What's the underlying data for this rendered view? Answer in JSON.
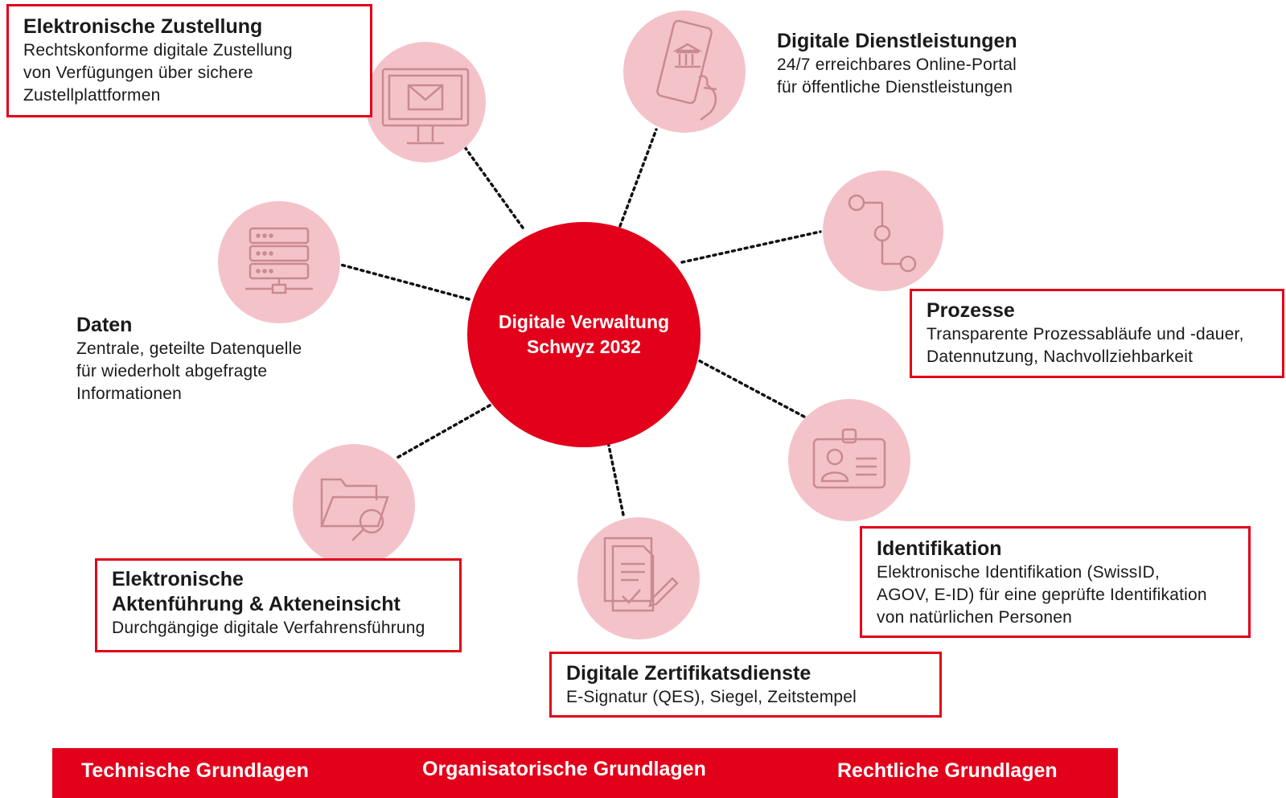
{
  "center": {
    "line1": "Digitale Verwaltung",
    "line2": "Schwyz 2032"
  },
  "topics": [
    {
      "key": "zustellung",
      "icon": "monitor-mail-icon",
      "title": "Elektronische Zustellung",
      "description": [
        "Rechtskonforme digitale Zustellung",
        "von Verfügungen über sichere",
        "Zustellplattformen"
      ],
      "highlighted": true
    },
    {
      "key": "dienstleistungen",
      "icon": "smartphone-bank-icon",
      "title": "Digitale Dienstleistungen",
      "description": [
        "24/7 erreichbares Online-Portal",
        "für öffentliche Dienstleistungen"
      ],
      "highlighted": false
    },
    {
      "key": "prozesse",
      "icon": "process-flow-icon",
      "title": "Prozesse",
      "description": [
        "Transparente Prozessabläufe und -dauer,",
        "Datennutzung, Nachvollziehbarkeit"
      ],
      "highlighted": true
    },
    {
      "key": "identifikation",
      "icon": "id-card-icon",
      "title": "Identifikation",
      "description": [
        "Elektronische Identifikation (SwissID,",
        "AGOV, E-ID) für eine geprüfte Identifikation",
        "von natürlichen Personen"
      ],
      "highlighted": true
    },
    {
      "key": "zertifikatsdienste",
      "icon": "signed-document-icon",
      "title": "Digitale Zertifikatsdienste",
      "description": [
        "E-Signatur (QES), Siegel, Zeitstempel"
      ],
      "highlighted": true
    },
    {
      "key": "aktenfuehrung",
      "icon": "folder-search-icon",
      "title": [
        "Elektronische",
        "Aktenführung & Akteneinsicht"
      ],
      "description": [
        "Durchgängige digitale Verfahrensführung"
      ],
      "highlighted": true
    },
    {
      "key": "daten",
      "icon": "server-network-icon",
      "title": "Daten",
      "description": [
        "Zentrale, geteilte Datenquelle",
        "für wiederholt abgefragte",
        "Informationen"
      ],
      "highlighted": false
    }
  ],
  "footer": {
    "items": [
      "Technische Grundlagen",
      "Organisatorische Grundlagen",
      "Rechtliche Grundlagen"
    ]
  },
  "colors": {
    "accent": "#e2001a",
    "node_fill": "#f4c3ca",
    "icon_stroke": "#c98a92",
    "text": "#1a1a1a"
  }
}
